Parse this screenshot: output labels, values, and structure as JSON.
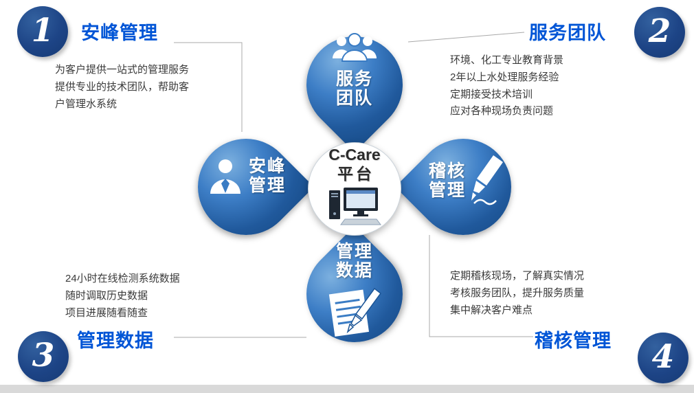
{
  "corners": {
    "top_left": {
      "num": "1",
      "heading": "安峰管理",
      "body": "为客户提供一站式的管理服务\n提供专业的技术团队，帮助客\n户管理水系统"
    },
    "top_right": {
      "num": "2",
      "heading": "服务团队",
      "body": "环境、化工专业教育背景\n2年以上水处理服务经验\n定期接受技术培训\n应对各种现场负责问题"
    },
    "bottom_left": {
      "num": "3",
      "heading": "管理数据",
      "body": "24小时在线检测系统数据\n随时调取历史数据\n项目进展随看随查"
    },
    "bottom_right": {
      "num": "4",
      "heading": "稽核管理",
      "body": "定期稽核现场，了解真实情况\n考核服务团队，提升服务质量\n集中解决客户难点"
    }
  },
  "petals": {
    "top": {
      "label": "服务\n团队",
      "icon": "team-icon"
    },
    "left": {
      "label": "安峰\n管理",
      "icon": "person-icon"
    },
    "right": {
      "label": "稽核\n管理",
      "icon": "pen-icon"
    },
    "bottom": {
      "label": "管理\n数据",
      "icon": "document-pen-icon"
    }
  },
  "center": {
    "line1": "C-Care",
    "line2": "平台",
    "icon": "computer-icon"
  },
  "colors": {
    "petal_blue": "#2f6db3",
    "badge_navy": "#1d4486",
    "heading_blue": "#0055d6",
    "body_text": "#3a3a3a",
    "bottom_bar": "#d9d9d9"
  }
}
